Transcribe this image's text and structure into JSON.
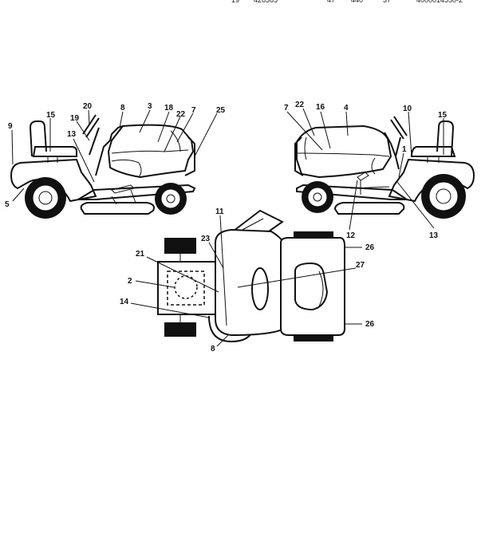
{
  "header_fragment": {
    "a": "19",
    "b": "426365",
    "c": "47",
    "d": "440",
    "e": "37",
    "f": "4000014550-2"
  },
  "callouts": {
    "left_view": {
      "n9": "9",
      "n15": "15",
      "n13": "13",
      "n19": "19",
      "n20": "20",
      "n8": "8",
      "n3": "3",
      "n18": "18",
      "n22": "22",
      "n7": "7",
      "n25": "25",
      "n5": "5"
    },
    "right_view": {
      "n7": "7",
      "n22": "22",
      "n16": "16",
      "n4": "4",
      "n10": "10",
      "n15": "15",
      "n1": "1",
      "n12": "12",
      "n13": "13"
    },
    "top_view": {
      "n11": "11",
      "n23": "23",
      "n21": "21",
      "n2": "2",
      "n14": "14",
      "n8": "8",
      "n26a": "26",
      "n27": "27",
      "n26b": "26"
    }
  }
}
